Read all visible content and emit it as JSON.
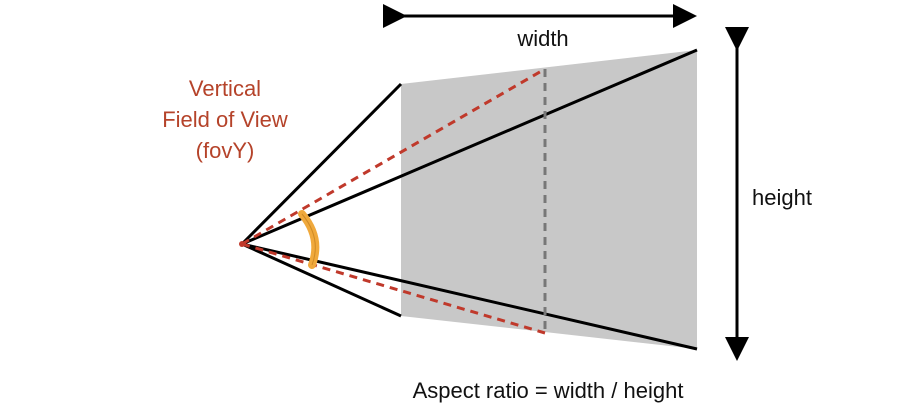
{
  "labels": {
    "width": "width",
    "height": "height",
    "fov_line1": "Vertical",
    "fov_line2": "Field of View",
    "fov_line3": "(fovY)",
    "caption": "Aspect ratio = width / height"
  },
  "colors": {
    "frustum_fill": "#c8c8c8",
    "frustum_edge": "#000000",
    "fov_dashed": "#c0392b",
    "fov_label": "#b5432a",
    "angle_arc": "#f0a93c",
    "center_dashed": "#777777"
  }
}
